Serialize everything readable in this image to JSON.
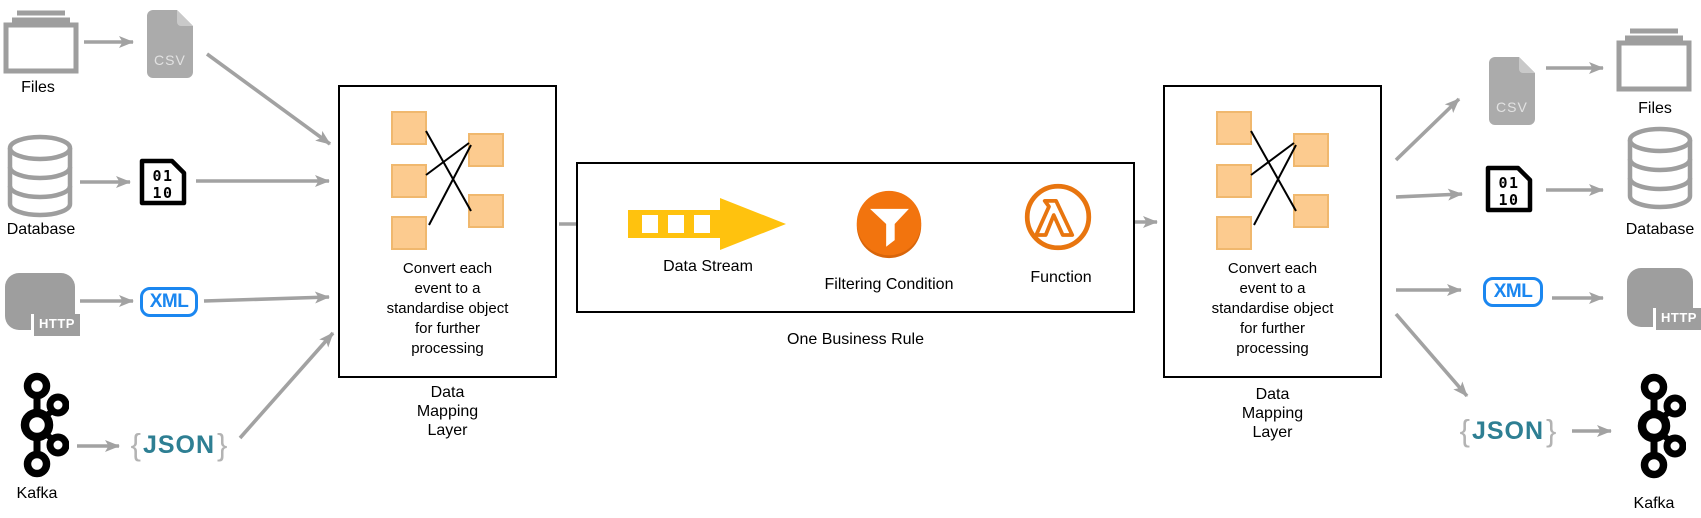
{
  "sources": {
    "files": "Files",
    "database": "Database",
    "kafka": "Kafka"
  },
  "sinks": {
    "files": "Files",
    "database": "Database",
    "kafka": "Kafka"
  },
  "formats": {
    "csv": "CSV",
    "binary_line1": "01",
    "binary_line2": "10",
    "xml": "XML",
    "json_open": "{",
    "json": "JSON",
    "json_close": "}",
    "http_badge": "HTTP"
  },
  "mapping_layer": {
    "description_lines": [
      "Convert each",
      "event to a",
      "standardise object",
      "for further",
      "processing"
    ],
    "label_lines": [
      "Data",
      "Mapping",
      "Layer"
    ]
  },
  "business_rule": {
    "box_label": "One Business Rule",
    "data_stream_label": "Data Stream",
    "filtering_label": "Filtering Condition",
    "function_label": "Function"
  },
  "colors": {
    "icon_gray": "#9e9e9e",
    "arrow_gray": "#a2a2a2",
    "mapping_square": "#fccb8f",
    "stream_yellow": "#ffc20e",
    "funnel_orange": "#f2740e",
    "lambda_orange": "#e8750f",
    "xml_blue": "#1b87f0",
    "json_teal": "#2e7f93"
  }
}
